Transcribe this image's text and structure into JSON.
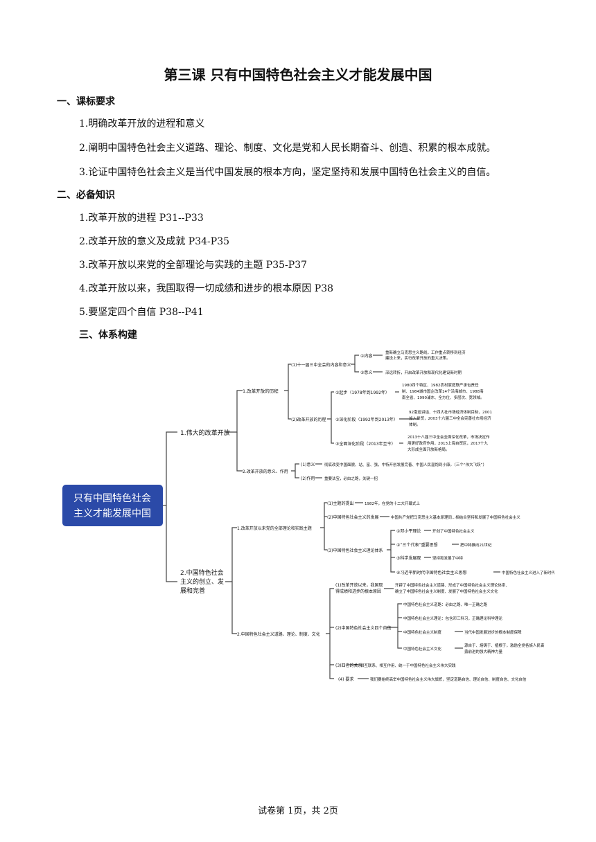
{
  "title": "第三课 只有中国特色社会主义才能发展中国",
  "sections": [
    {
      "heading": "一、课标要求",
      "items": [
        "1.明确改革开放的进程和意义",
        "2.阐明中国特色社会主义道路、理论、制度、文化是党和人民长期奋斗、创造、积累的根本成就。",
        "3.论证中国特色社会主义是当代中国发展的根本方向，坚定坚持和发展中国特色社会主义的自信。"
      ]
    },
    {
      "heading": "二、必备知识",
      "items": [
        "1.改革开放的进程 P31--P33",
        "2.改革开放的意义及成就 P34-P35",
        "3.改革开放以来党的全部理论与实践的主题 P35-P37",
        "4.改革开放以来，我国取得一切成绩和进步的根本原因 P38",
        "5.要坚定四个自信 P38--P41"
      ]
    },
    {
      "heading": "三、体系构建"
    }
  ],
  "mindmap": {
    "root": [
      "只有中国特色社会",
      "主义才能发展中国"
    ],
    "branch1": "1.伟大的改革开放",
    "b1_1": "1.改革开放的历程",
    "b1_1_1": "(1)十一届三中全会的内容和意义",
    "neirong": "①内容",
    "neirong_text": [
      "重新确立马克思主义路线，工作重点转移到经济",
      "建设上来，实行改革开放的重大决策。"
    ],
    "yiyi1": "②意义",
    "yiyi1_text": "深远转折，开启改革开放和现代化建设新时期",
    "b1_1_2": "(2)改革开放的历程",
    "qibu": "①起步（1978年到1992年）",
    "qibu_text": [
      "1980四个特区、1982农村家庭联产承包责任",
      "制、1984城市国企改革14个沿海城市、1988海",
      "南全省、1990浦东、全方位、多层次、宽领域。"
    ],
    "shenhua": "②深化阶段（1992年到2013年）",
    "shenhua_text": [
      "92南巡讲话、十四大社市场经济体制目标，2001",
      "加入世贸，2003十六届三中全会完善社市场经济",
      "体制。"
    ],
    "quanmian": "③全面深化阶段（2013年至今）",
    "quanmian_text": [
      "2013十八届三中全会全面深化改革，市场决定作",
      "用更好政府作用，2013上海自贸区，2017十九",
      "大形成全面开放新格局。"
    ],
    "b1_2": "2.改革开放的意义、作用",
    "yiyi2": "(1)意义",
    "yiyi2_text": "彻底改变中国面貌、站、富、强，中特开创发展完善、中国人民温饱到小康。（三个“伟大飞跃”）",
    "zuoyong": "(2)作用",
    "zuoyong_text": "重要法宝，必由之路，关键一招",
    "branch2": [
      "2.中国特色社会",
      "主义的创立、发",
      "展和完善"
    ],
    "b2_1": "1.改革开放以来党的全部理论和实践主题",
    "zhuti": "(1)主题的提出",
    "zhuti_text": "1982年，在党的十二大开幕式上",
    "fazhan": "(2)中国特色社会主义的发展",
    "fazhan_text": "中国共产党把马克思主义基本原理同...相结合坚持和发展了中国特色社会主义",
    "tixi": "(3)中国特色社会主义理论体系",
    "deng": "①邓小平理论",
    "deng_text": "开创了中国特色社会主义",
    "sange": "②“三个代表”重要思想",
    "sange_text": "把中特推向21世纪",
    "kexue": "③科学发展观",
    "kexue_text": "坚持和发展了中特",
    "xi": "④习近平新时代中国特色社会主义思想",
    "xi_text": "中国特色社会主义进入了新时代",
    "b2_2": "2.中国特色社会主义道路、理论、制度、文化",
    "yuanyin": [
      "(1)改革开放以来，我国取",
      "得成绩和进步的根本原因"
    ],
    "yuanyin_text": [
      "开辟了中国特色社会主义道路、形成了中国特色社会主义理论体系、",
      "确立了中国特色社会主义制度、发展了中国特色社会主义文化"
    ],
    "zixin": "(2)中国特色社会主义四个自信",
    "daolu": "中国特色社会主义道路：必由之路、唯一正确之路",
    "lilun": "中国特色社会主义理论：包含邓三科习，正确理论科学理论",
    "zhidu": "中国特色社会主义制度",
    "zhidu_text": "当代中国发展进步的根本制度保障",
    "wenhua": "中国特色社会主义文化",
    "wenhua_text": [
      "源自于、熔铸于、植根于，激励全党各族人民奋",
      "勇前进的强大精神力量"
    ],
    "guanxi": "(3)四者的关系",
    "guanxi_text": "相互联系、相互作用、统一于中国特色社会主义伟大实践",
    "yaoqiu": "(4) 要求",
    "yaoqiu_text": "我们要始终高举中国特色社会主义伟大旗帜，坚定道路自信、理论自信、制度自信、文化自信"
  },
  "footer": "试卷第 1页，共 2页",
  "colors": {
    "root_fill": "#2b4aa8",
    "line": "#444444",
    "text": "#111111"
  }
}
